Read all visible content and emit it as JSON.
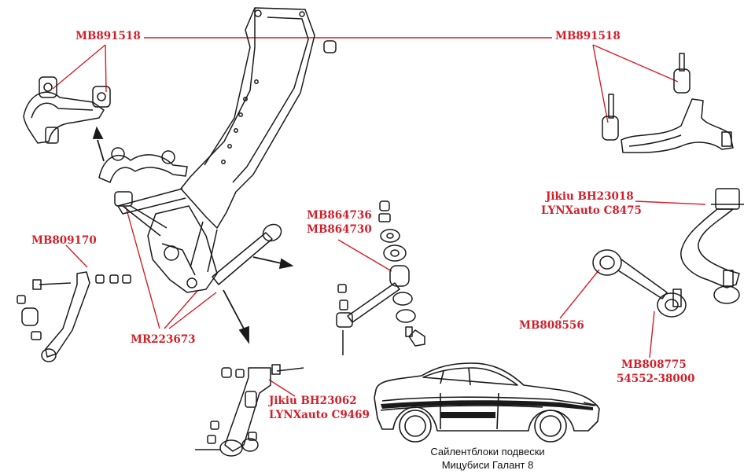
{
  "colors": {
    "label": "#d11f2a",
    "leader": "#d11f2a",
    "drawing": "#1a1a1a"
  },
  "labels": {
    "mb891518_left": "MB891518",
    "mb891518_right": "MB891518",
    "mb809170": "MB809170",
    "mr223673": "MR223673",
    "mb864736": "MB864736",
    "mb864730": "MB864730",
    "jikiu_bh23062": "Jikiu BH23062",
    "lynx_c9469": "LYNXauto C9469",
    "jikiu_bh23018": "Jikiu BH23018",
    "lynx_c8475": "LYNXauto C8475",
    "mb808556": "MB808556",
    "mb808775": "MB808775",
    "part_54552": "54552-38000"
  },
  "caption": {
    "line1": "Сайлентблоки подвески",
    "line2": "Мицубиси Галант 8"
  }
}
